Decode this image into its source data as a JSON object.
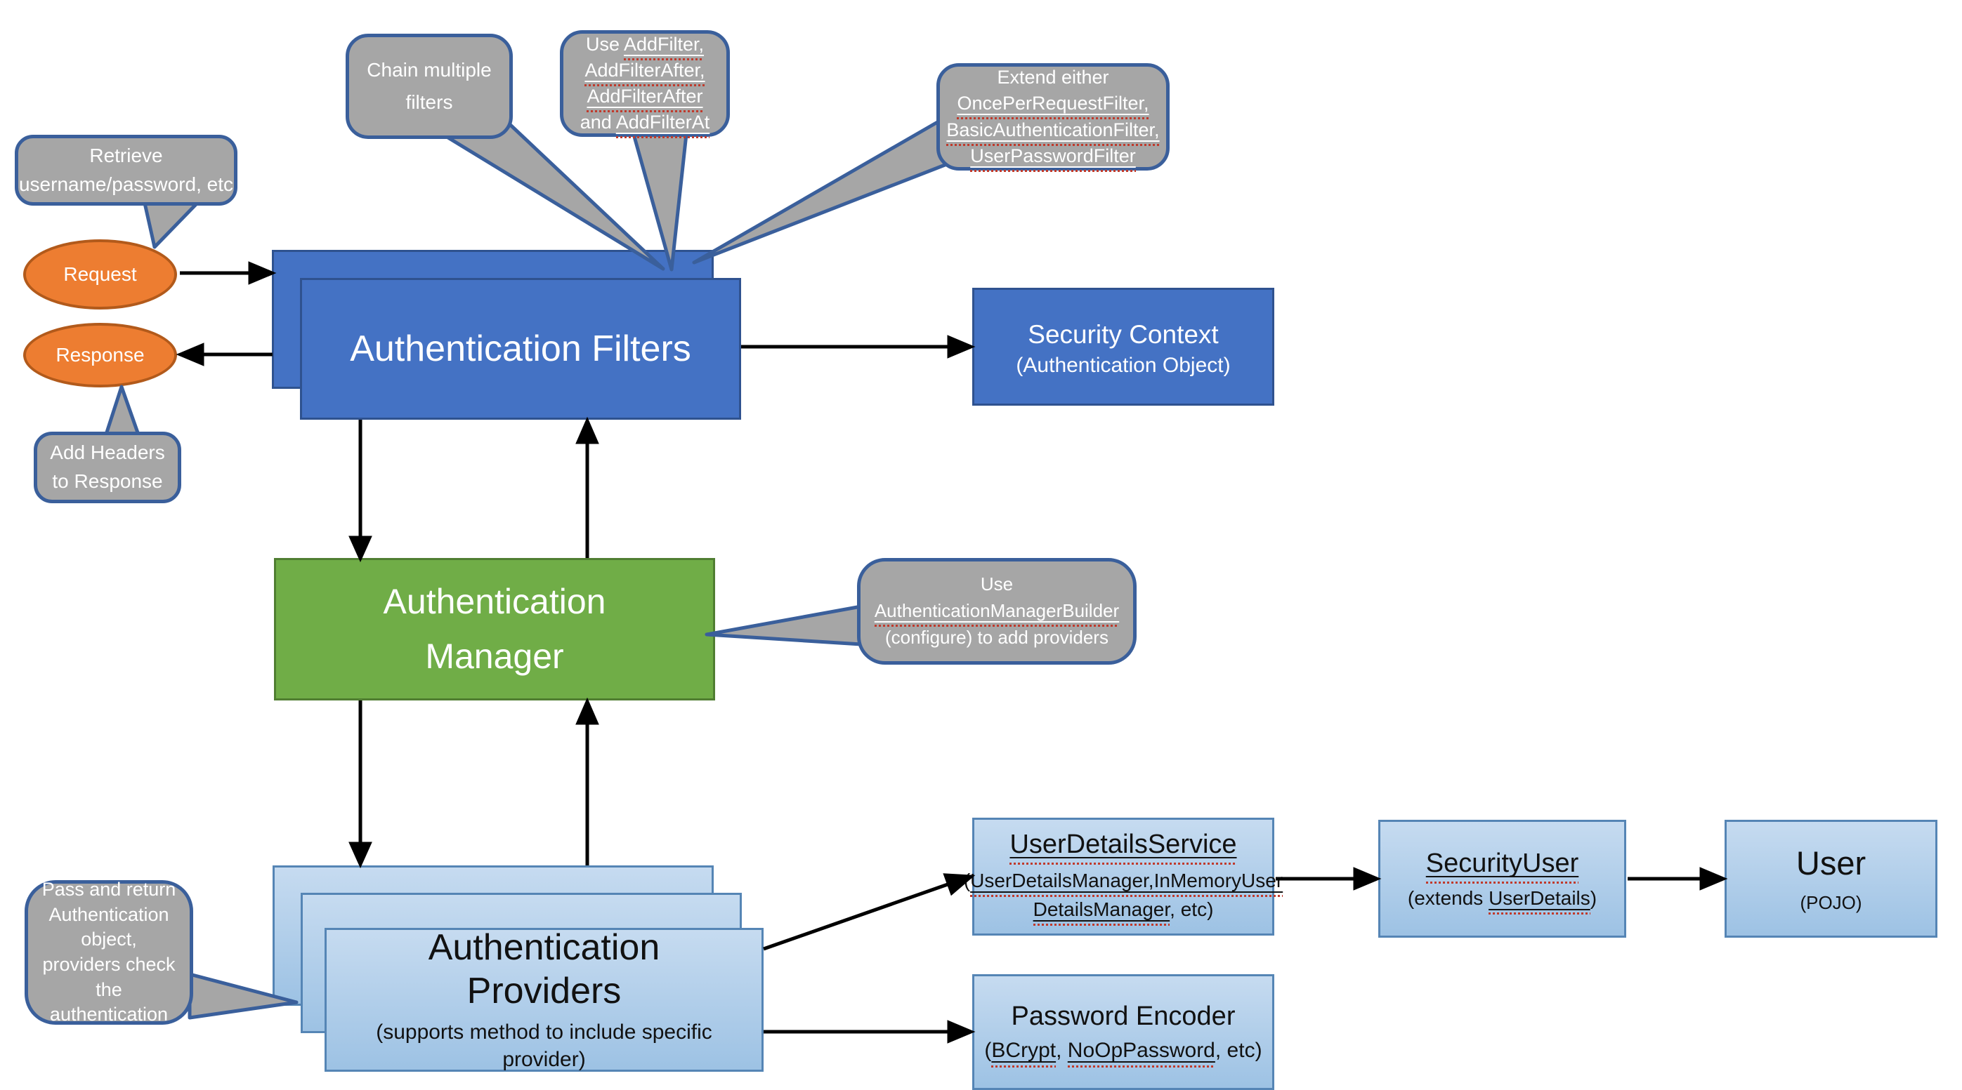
{
  "colors": {
    "blue_box": "#4472C4",
    "blue_box_border": "#2F528F",
    "green_box": "#70AD47",
    "green_box_border": "#507E32",
    "orange_ellipse": "#ED7D31",
    "orange_ellipse_border": "#B25A1B",
    "gray_callout": "#A6A6A6",
    "callout_border": "#3A5F9B",
    "light_blue_top": "#C6DBF0",
    "light_blue_bottom": "#9DC2E4",
    "light_blue_border": "#5585B5",
    "arrow": "#000000",
    "squiggle": "#C0392B"
  },
  "ellipses": {
    "request": {
      "label": "Request"
    },
    "response": {
      "label": "Response"
    }
  },
  "callouts": {
    "retrieve": {
      "lines": [
        "Retrieve",
        "username/password, etc"
      ]
    },
    "chain": {
      "lines": [
        "Chain multiple",
        "filters"
      ]
    },
    "add_filter": {
      "line1_prefix": "Use ",
      "line1_code": "AddFilter,",
      "line2_code": "AddFilterAfter,",
      "line3_code": "AddFilterAfter",
      "line4_prefix": "and ",
      "line4_code": "AddFilterAt"
    },
    "extend": {
      "line1": "Extend either",
      "line2_code": "OncePerRequestFilter,",
      "line3_code": "BasicAuthenticationFilter,",
      "line4_code": "UserPasswordFilter"
    },
    "add_headers": {
      "lines": [
        "Add Headers",
        "to Response"
      ]
    },
    "manager_builder": {
      "line1": "Use",
      "line2_code": "AuthenticationManagerBuilder",
      "line3": "(configure) to add providers"
    },
    "pass_return": {
      "lines": [
        "Pass and return",
        "Authentication",
        "object,",
        "providers check",
        "the",
        "authentication"
      ]
    }
  },
  "nodes": {
    "auth_filters": {
      "title": "Authentication Filters"
    },
    "security_context": {
      "title": "Security Context",
      "subtitle": "(Authentication Object)"
    },
    "auth_manager": {
      "title_line1": "Authentication",
      "title_line2": "Manager"
    },
    "auth_providers": {
      "title_line1": "Authentication",
      "title_line2": "Providers",
      "subtitle_line1": "(supports method to include specific",
      "subtitle_line2": "provider)"
    },
    "user_details_service": {
      "title": "UserDetailsService",
      "sub_open": "(",
      "sub_code1": "UserDetailsManager,InMemoryUser",
      "sub_code2": "DetailsManager",
      "sub_close": ", etc)"
    },
    "password_encoder": {
      "title": "Password Encoder",
      "sub_open": "(",
      "sub_code1": "BCrypt",
      "sub_mid": ", ",
      "sub_code2": "NoOpPassword",
      "sub_close": ", etc)"
    },
    "security_user": {
      "title": "SecurityUser",
      "sub_prefix": "(extends ",
      "sub_code": "UserDetails",
      "sub_close": ")"
    },
    "user": {
      "title": "User",
      "subtitle": "(POJO)"
    }
  }
}
